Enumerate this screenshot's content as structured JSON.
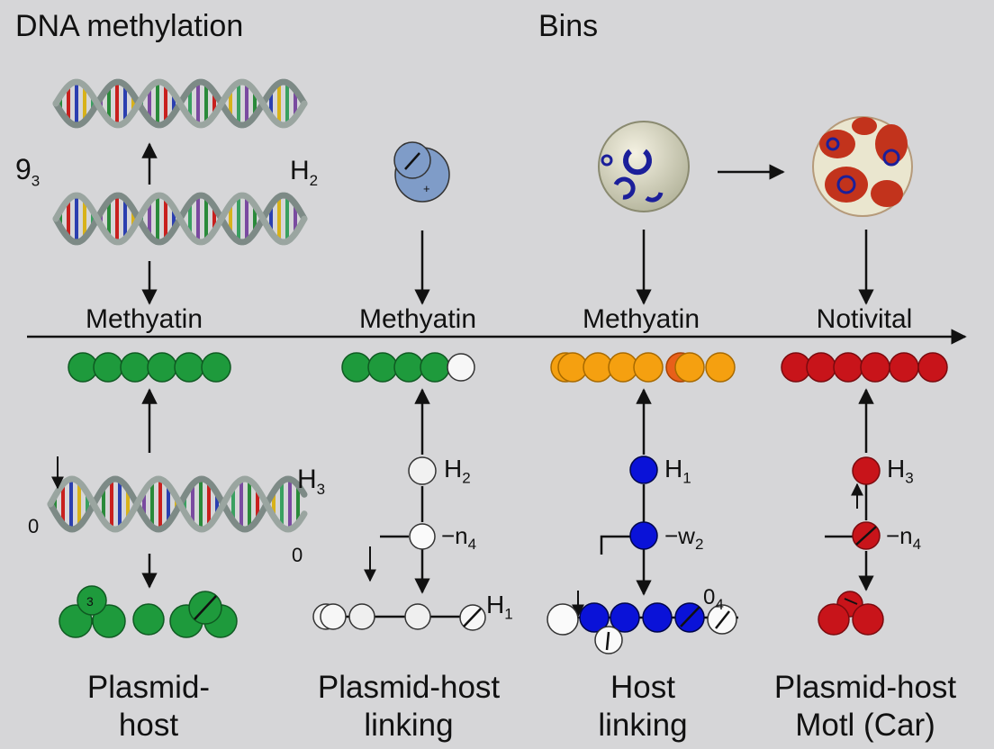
{
  "header": {
    "title": "DNA methylation",
    "bins": "Bins"
  },
  "side_labels": {
    "left_top": {
      "base": "9",
      "sub": "3"
    },
    "dna_right": {
      "base": "H",
      "sub": "2"
    },
    "dna_bottom_right": {
      "base": "H",
      "sub": "3"
    },
    "zero_left": "0",
    "zero_right": "0"
  },
  "columns": [
    {
      "label": "Methyatin",
      "footer_lines": [
        "Plasmid-",
        "host"
      ],
      "bead_color": "#1e9a3c"
    },
    {
      "label": "Methyatin",
      "footer_lines": [
        "Plasmid-host",
        "linking"
      ],
      "bead_color": "#1e9a3c",
      "node_top": {
        "base": "H",
        "sub": "2"
      },
      "node_mid": {
        "base": "−n",
        "sub": "4"
      },
      "node_end": {
        "base": "H",
        "sub": "1"
      }
    },
    {
      "label": "Methyatin",
      "footer_lines": [
        "Host",
        "linking"
      ],
      "bead_color": "#f5a010",
      "node_top": {
        "base": "H",
        "sub": "1"
      },
      "node_mid": {
        "base": "−w",
        "sub": "2"
      },
      "node_end": {
        "base": "0",
        "sub": "4"
      }
    },
    {
      "label": "Notivital",
      "footer_lines": [
        "Plasmid-host",
        "Motl (Car)"
      ],
      "bead_color": "#c8141a",
      "node_top": {
        "base": "H",
        "sub": "3"
      },
      "node_mid": {
        "base": "−n",
        "sub": "4"
      }
    }
  ],
  "colors": {
    "background": "#d6d6d8",
    "green": "#1e9a3c",
    "orange": "#f5a010",
    "red": "#c8141a",
    "blue": "#0a12d8",
    "light_blue": "#7f9cc8"
  }
}
